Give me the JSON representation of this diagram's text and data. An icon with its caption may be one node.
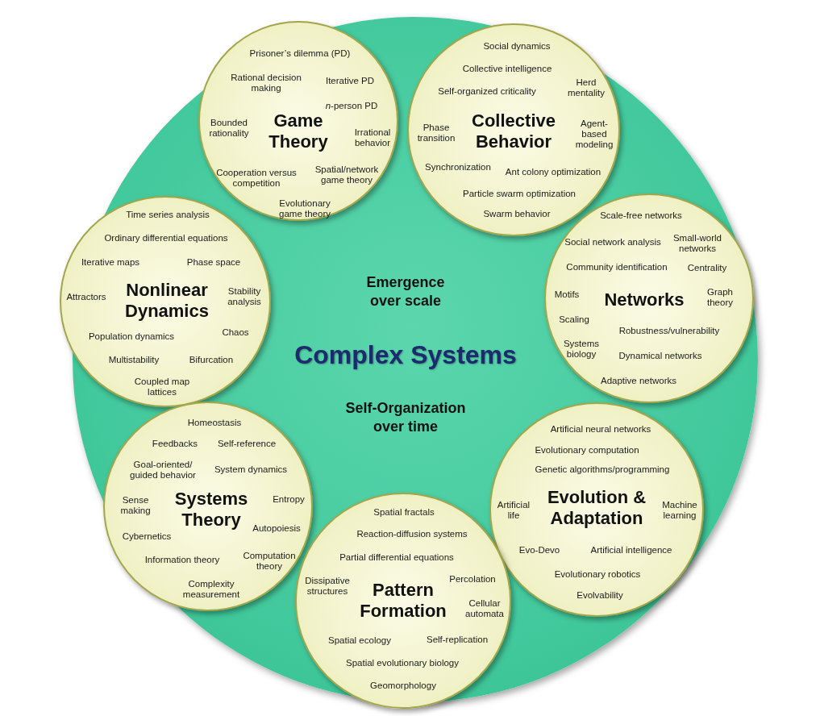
{
  "diagram": {
    "nodes": [
      {
        "text": [
          "Emergence over scale",
          "Complex Systems",
          "Self-Organization over time"
        ]
      },
      {
        "text": [
          "Game Theory",
          "Prisoner’s dilemma (PD)",
          "Rational decision making",
          "Iterative PD",
          "*n*-person PD",
          "Bounded rationality",
          "Irrational behavior",
          "Cooperation versus competition",
          "Spatial/network game theory",
          "Evolutionary game theory"
        ],
        "in": 0
      },
      {
        "text": [
          "Collective Behavior",
          "Social dynamics",
          "Collective intelligence",
          "Self-organized criticality",
          "Herd mentality",
          "Phase transition",
          "Agent-based modeling",
          "Synchronization",
          "Ant colony optimization",
          "Particle swarm optimization",
          "Swarm behavior"
        ],
        "in": 0
      },
      {
        "text": [
          "Nonlinear Dynamics",
          "Time series analysis",
          "Ordinary differential equations",
          "Iterative maps",
          "Phase space",
          "Attractors",
          "Stability analysis",
          "Population dynamics",
          "Chaos",
          "Multistability",
          "Bifurcation",
          "Coupled map lattices"
        ],
        "in": 0
      },
      {
        "text": [
          "Networks",
          "Scale-free networks",
          "Social network analysis",
          "Small-world networks",
          "Community identification",
          "Centrality",
          "Motifs",
          "Graph theory",
          "Scaling",
          "Robustness/vulnerability",
          "Systems biology",
          "Dynamical networks",
          "Adaptive networks"
        ],
        "in": 0
      },
      {
        "text": [
          "Systems Theory",
          "Homeostasis",
          "Feedbacks",
          "Self-reference",
          "Goal-oriented/ guided behavior",
          "System dynamics",
          "Sense making",
          "Entropy",
          "Autopoiesis",
          "Cybernetics",
          "Information theory",
          "Computation theory",
          "Complexity measurement"
        ],
        "in": 0
      },
      {
        "text": [
          "Evolution & Adaptation",
          "Artificial neural networks",
          "Evolutionary computation",
          "Genetic algorithms/programming",
          "Artificial life",
          "Machine learning",
          "Evo-Devo",
          "Artificial intelligence",
          "Evolutionary robotics",
          "Evolvability"
        ],
        "in": 0
      },
      {
        "text": [
          "Pattern Formation",
          "Spatial fractals",
          "Reaction-diffusion systems",
          "Partial differential equations",
          "Dissipative structures",
          "Percolation",
          "Cellular automata",
          "Spatial ecology",
          "Self-replication",
          "Spatial evolutionary biology",
          "Geomorphology"
        ],
        "in": 0
      }
    ],
    "edges": []
  }
}
